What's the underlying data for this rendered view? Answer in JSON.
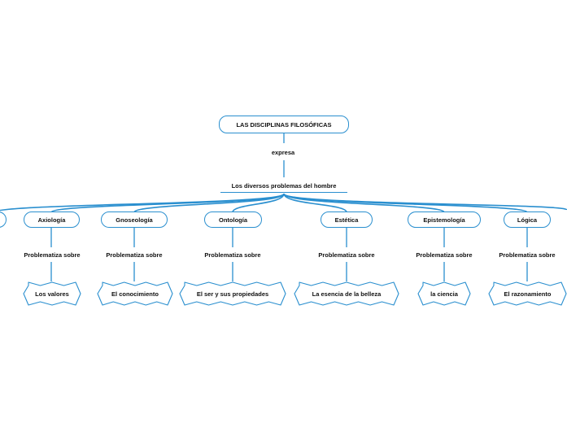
{
  "root": {
    "label": "LAS DISCIPLINAS FILOSÓFICAS"
  },
  "link_root": {
    "label": "expresa"
  },
  "topic": {
    "label": "Los diversos problemas del hombre"
  },
  "branches": [
    {
      "name": "Axiología",
      "link": "Problematiza sobre",
      "leaf": "Los valores"
    },
    {
      "name": "Gnoseología",
      "link": "Problematiza sobre",
      "leaf": "El conocimiento"
    },
    {
      "name": "Ontología",
      "link": "Problematiza sobre",
      "leaf": "El ser y sus propiedades"
    },
    {
      "name": "Estética",
      "link": "Problematiza sobre",
      "leaf": "La esencia de la belleza"
    },
    {
      "name": "Epistemología",
      "link": "Problematiza sobre",
      "leaf": "la ciencia"
    },
    {
      "name": "Lógica",
      "link": "Problematiza sobre",
      "leaf": "El razonamiento"
    }
  ],
  "colors": {
    "line": "#2a8fcf",
    "text": "#111111",
    "background": "#ffffff"
  }
}
